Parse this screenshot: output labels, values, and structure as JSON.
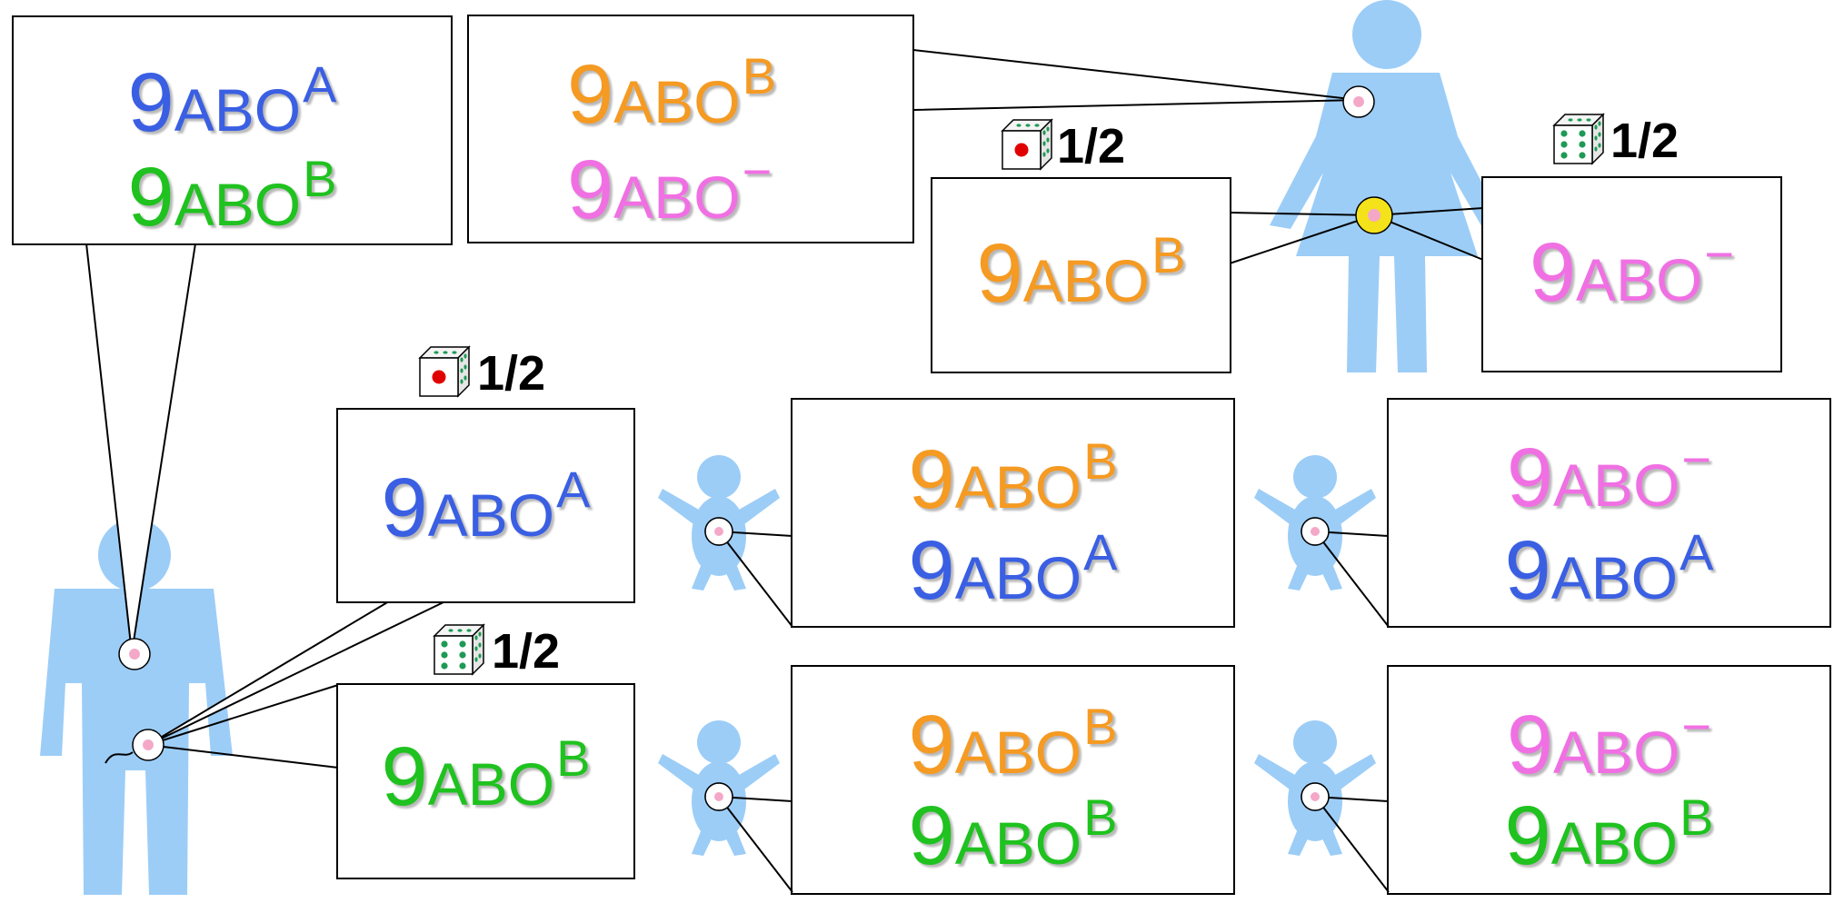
{
  "colors": {
    "allele_A": "#3a5fe3",
    "allele_B_paternal": "#1fc21f",
    "allele_B_maternal": "#f59a22",
    "allele_O": "#f070e3",
    "silhouette": "#9ccdf7",
    "cell_nucleus": "#f4a8c8",
    "egg_highlight": "#f4e21a",
    "die_red_pip": "#e00000",
    "die_green_pip": "#1e9a55"
  },
  "icons": [
    "man-silhouette",
    "woman-silhouette",
    "baby-silhouette",
    "cell-icon",
    "egg-cell-icon",
    "sperm-cell-icon",
    "die-one-face-icon",
    "die-six-face-icon"
  ],
  "father": {
    "genotype": [
      {
        "num": "9",
        "gene": "ABO",
        "type": "A",
        "color": "#3a5fe3"
      },
      {
        "num": "9",
        "gene": "ABO",
        "type": "B",
        "color": "#1fc21f"
      }
    ],
    "gametes": [
      {
        "prob": "1/2",
        "die": "one",
        "num": "9",
        "gene": "ABO",
        "type": "A",
        "color": "#3a5fe3"
      },
      {
        "prob": "1/2",
        "die": "six",
        "num": "9",
        "gene": "ABO",
        "type": "B",
        "color": "#1fc21f"
      }
    ]
  },
  "mother": {
    "genotype": [
      {
        "num": "9",
        "gene": "ABO",
        "type": "B",
        "color": "#f59a22"
      },
      {
        "num": "9",
        "gene": "ABO",
        "type": "−",
        "color": "#f070e3"
      }
    ],
    "gametes": [
      {
        "prob": "1/2",
        "die": "one",
        "num": "9",
        "gene": "ABO",
        "type": "B",
        "color": "#f59a22"
      },
      {
        "prob": "1/2",
        "die": "six",
        "num": "9",
        "gene": "ABO",
        "type": "−",
        "color": "#f070e3"
      }
    ]
  },
  "children": [
    {
      "alleles": [
        {
          "num": "9",
          "gene": "ABO",
          "type": "B",
          "color": "#f59a22"
        },
        {
          "num": "9",
          "gene": "ABO",
          "type": "A",
          "color": "#3a5fe3"
        }
      ]
    },
    {
      "alleles": [
        {
          "num": "9",
          "gene": "ABO",
          "type": "−",
          "color": "#f070e3"
        },
        {
          "num": "9",
          "gene": "ABO",
          "type": "A",
          "color": "#3a5fe3"
        }
      ]
    },
    {
      "alleles": [
        {
          "num": "9",
          "gene": "ABO",
          "type": "B",
          "color": "#f59a22"
        },
        {
          "num": "9",
          "gene": "ABO",
          "type": "B",
          "color": "#1fc21f"
        }
      ]
    },
    {
      "alleles": [
        {
          "num": "9",
          "gene": "ABO",
          "type": "−",
          "color": "#f070e3"
        },
        {
          "num": "9",
          "gene": "ABO",
          "type": "B",
          "color": "#1fc21f"
        }
      ]
    }
  ]
}
